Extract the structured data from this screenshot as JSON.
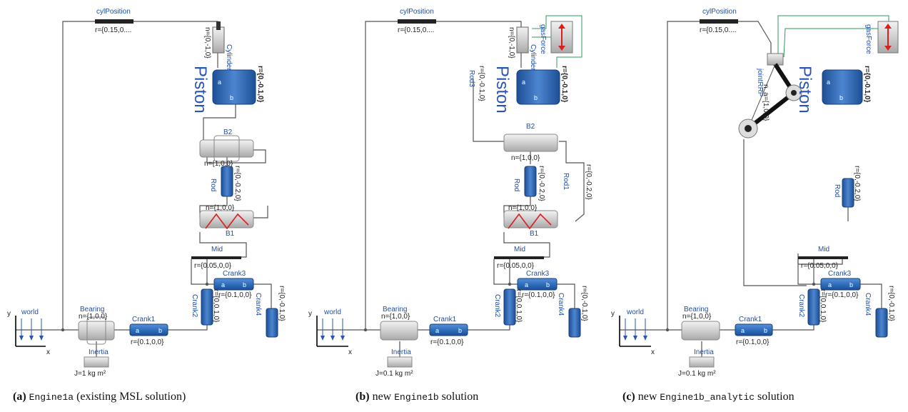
{
  "panels": [
    {
      "id": "a",
      "caption": {
        "tag": "(a)",
        "code": "Engine1a",
        "text": " (existing MSL solution)"
      },
      "labels": {
        "cylPosition": "cylPosition",
        "cylPosition_r": "r={0.15,0....",
        "cylinder": "Cylinder",
        "cylinder_n": "n={0,-1,0}",
        "piston": "Piston",
        "piston_r": "r={0,-0.1,0}",
        "b2": "B2",
        "b2_n": "n={1,0,0}",
        "rod": "Rod",
        "rod_r": "r={0,-0.2,0}",
        "b1": "B1",
        "b1_n": "n={1,0,0}",
        "mid": "Mid",
        "mid_r": "r={0.05,0,0}",
        "crank3": "Crank3",
        "crank3_r": "r={0.1,0,0}",
        "crank2": "Crank2",
        "crank2_r": "r={0,0.1,0}",
        "crank4": "Crank4",
        "crank4_r": "r={0,-0.1,0}",
        "crank1": "Crank1",
        "crank1_r": "r={0.1,0,0}",
        "bearing": "Bearing",
        "bearing_n": "n={1,0,0}",
        "world": "world",
        "inertia": "Inertia",
        "inertia_J": "J=1 kg m²"
      }
    },
    {
      "id": "b",
      "caption": {
        "tag": "(b)",
        "code": "Engine1b",
        "pre": " new ",
        "text": " solution"
      },
      "labels": {
        "cylPosition": "cylPosition",
        "cylPosition_r": "r={0.15,0....",
        "cylinder": "Cylinder",
        "cylinder_n": "n={0,-1,0}",
        "gasForce": "gasForce",
        "piston": "Piston",
        "piston_r": "r={0,-0.1,0}",
        "rod3": "Rod3",
        "rod3_r": "r={0,-0.1,0}",
        "b2": "B2",
        "b2_n": "n={1,0,0}",
        "rod": "Rod",
        "rod_r": "r={0,-0.2,0}",
        "rod1": "Rod1",
        "rod1_r": "r={0,-0.2,0}",
        "b1": "B1",
        "b1_n": "n={1,0,0}",
        "mid": "Mid",
        "mid_r": "r={0.05,0,0}",
        "crank3": "Crank3",
        "crank3_r": "r={0.1,0,0}",
        "crank2": "Crank2",
        "crank2_r": "r={0,0.1,0}",
        "crank4": "Crank4",
        "crank4_r": "r={0,-0.1,0}",
        "crank1": "Crank1",
        "crank1_r": "r={0.1,0,0}",
        "bearing": "Bearing",
        "bearing_n": "n={1,0,0}",
        "world": "world",
        "inertia": "Inertia",
        "inertia_J": "J=0.1 kg m²"
      }
    },
    {
      "id": "c",
      "caption": {
        "tag": "(c)",
        "code": "Engine1b_analytic",
        "pre": " new ",
        "text": " solution"
      },
      "labels": {
        "cylPosition": "cylPosition",
        "cylPosition_r": "r={0.15,0....",
        "gasForce": "gasForce",
        "jointRRP": "jointRRP",
        "jointRRP_n": "n_a={1,0,0}",
        "piston": "Piston",
        "piston_r": "r={0,-0.1,0}",
        "rod": "Rod",
        "rod_r": "r={0,-0.2,0}",
        "mid": "Mid",
        "mid_r": "r={0.05,0,0}",
        "crank3": "Crank3",
        "crank3_r": "r={0.1,0,0}",
        "crank2": "Crank2",
        "crank2_r": "r={0,0.1,0}",
        "crank4": "Crank4",
        "crank4_r": "r={0,-0.1,0}",
        "crank1": "Crank1",
        "crank1_r": "r={0.1,0,0}",
        "bearing": "Bearing",
        "bearing_n": "n={1,0,0}",
        "world": "world",
        "inertia": "Inertia",
        "inertia_J": "J=0.1 kg m²"
      }
    }
  ],
  "colors": {
    "body_blue": "#2f6fbf",
    "wire": "#555555",
    "frame_wire": "#2e9b55",
    "force_red": "#d81f1f"
  }
}
